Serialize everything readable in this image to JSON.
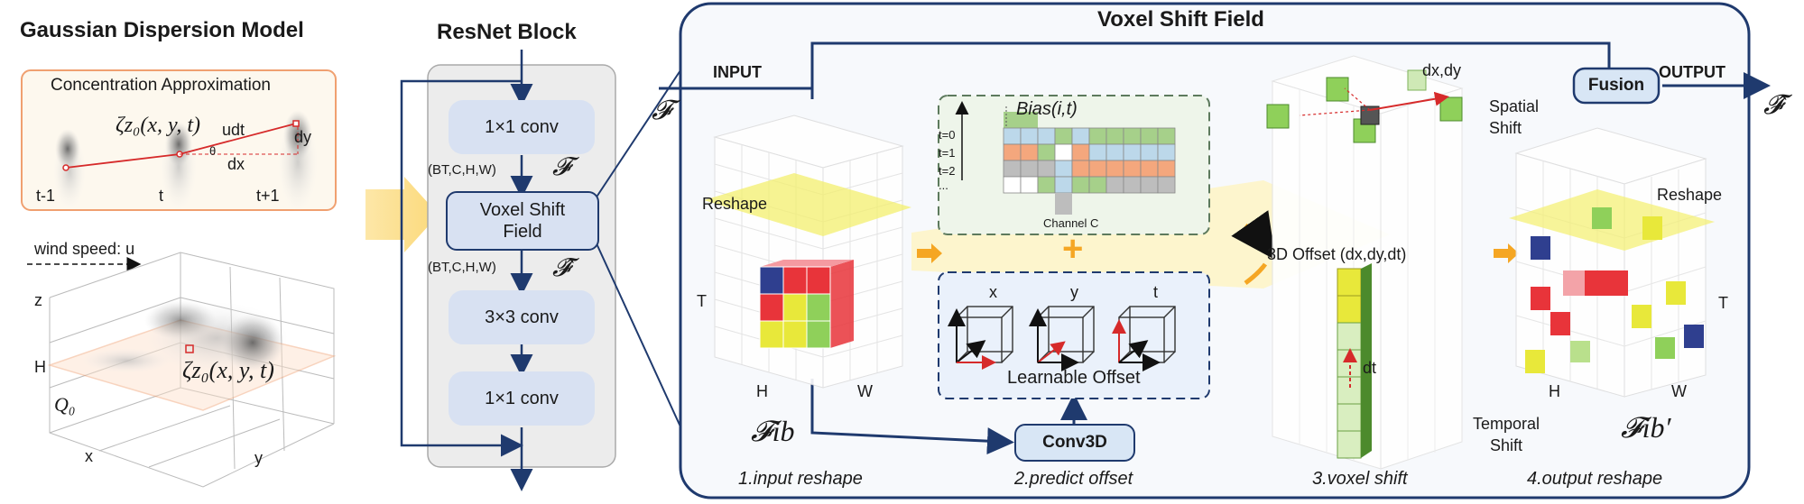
{
  "left_panel": {
    "title": "Gaussian Dispersion Model",
    "box_title": "Concentration Approximation",
    "formula_top": "ζz₀(x, y, t)",
    "udt": "udt",
    "dy": "dy",
    "dx": "dx",
    "theta": "θ",
    "times": [
      "t-1",
      "t",
      "t+1"
    ],
    "wind": "wind speed: u",
    "axis_z": "z",
    "axis_h": "H",
    "axis_x": "x",
    "axis_y": "y",
    "q0": "Q₀",
    "formula_bottom": "ζz₀(x, y, t)"
  },
  "resnet": {
    "title": "ResNet Block",
    "conv1": "1×1 conv",
    "shape1": "(BT,C,H,W)",
    "f_in": "𝓕",
    "vsf": "Voxel Shift Field",
    "shape2": "(BT,C,H,W)",
    "f_hat": "𝓕̂",
    "conv3": "3×3 conv",
    "conv1b": "1×1 conv"
  },
  "vsf_panel": {
    "title": "Voxel Shift Field",
    "input": "INPUT",
    "output": "OUTPUT",
    "f_in": "𝓕",
    "f_out": "𝓕̂",
    "fusion": "Fusion",
    "reshape_left": "Reshape",
    "reshape_right": "Reshape",
    "T_left": "T",
    "H_left": "H",
    "W_left": "W",
    "T_right": "T",
    "H_right": "H",
    "W_right": "W",
    "fib": "𝓕ib",
    "fib_prime": "𝓕ib′",
    "bias_title": "Bias(i,t)",
    "bias_rows": [
      "t=0",
      "t=1",
      "t=2",
      "..."
    ],
    "channel": "Channel C",
    "plus": "+",
    "offset_axes": [
      "x",
      "y",
      "t"
    ],
    "learnable": "Learnable Offset",
    "conv3d": "Conv3D",
    "dxdy": "dx,dy",
    "spatial_shift": "Spatial\nShift",
    "offset3d": "3D Offset (dx,dy,dt)",
    "dt": "dt",
    "temporal_shift": "Temporal\nShift",
    "captions": [
      "1.input reshape",
      "2.predict offset",
      "3.voxel shift",
      "4.output reshape"
    ]
  },
  "colors": {
    "navy": "#1f3a6e",
    "red": "#e8343a",
    "blue": "#2f3f8f",
    "yellow": "#e8e83a",
    "green": "#8fd05a",
    "orange": "#f2a34a",
    "bias_blue": "#bcd8ea",
    "bias_green": "#a6d08a",
    "bias_orange": "#f4a77d",
    "bias_gray": "#bdbdbd"
  }
}
